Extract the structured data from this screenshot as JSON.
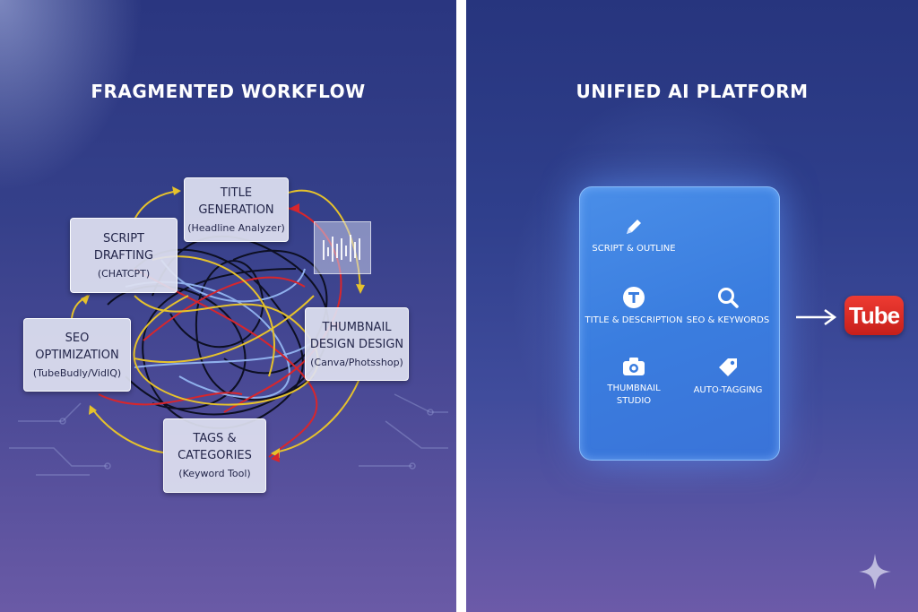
{
  "left": {
    "title": "FRAGMENTED WORKFLOW",
    "boxes": {
      "script": {
        "main1": "SCRIPT",
        "main2": "DRAFTING",
        "sub": "(CHATCPT)"
      },
      "title": {
        "main1": "TITLE",
        "main2": "GENERATION",
        "sub": "(Headline Analyzer)"
      },
      "seo": {
        "main1": "SEO",
        "main2": "OPTIMIZATION",
        "sub": "(TubeBudly/VidIQ)"
      },
      "thumb": {
        "main1": "THUMBNAIL",
        "main2": "DESIGN DESIGN",
        "sub": "(Canva/Photsshop)"
      },
      "tags": {
        "main1": "TAGS &",
        "main2": "CATEGORIES",
        "sub": "(Keyword Tool)"
      }
    },
    "waveform_icon": "waveform-image-icon",
    "line_colors": [
      "#e6c22c",
      "#d8262c",
      "#0d0f22",
      "#8fb0ec"
    ]
  },
  "right": {
    "title": "UNIFIED AI PLATFORM",
    "features": {
      "script": {
        "label": "SCRIPT & OUTLINE",
        "icon": "pencil-icon"
      },
      "title": {
        "label": "TITLE & DESCRIPTION",
        "icon": "text-t-icon"
      },
      "seo": {
        "label": "SEO & KEYWORDS",
        "icon": "magnifier-icon"
      },
      "thumb": {
        "label1": "THUMBNAIL",
        "label2": "STUDIO",
        "icon": "camera-icon"
      },
      "tag": {
        "label": "AUTO-TAGGING",
        "icon": "tag-icon"
      }
    },
    "logo_text": "Tube",
    "accent": "#3f82e2",
    "logo_color": "#d9261f"
  }
}
